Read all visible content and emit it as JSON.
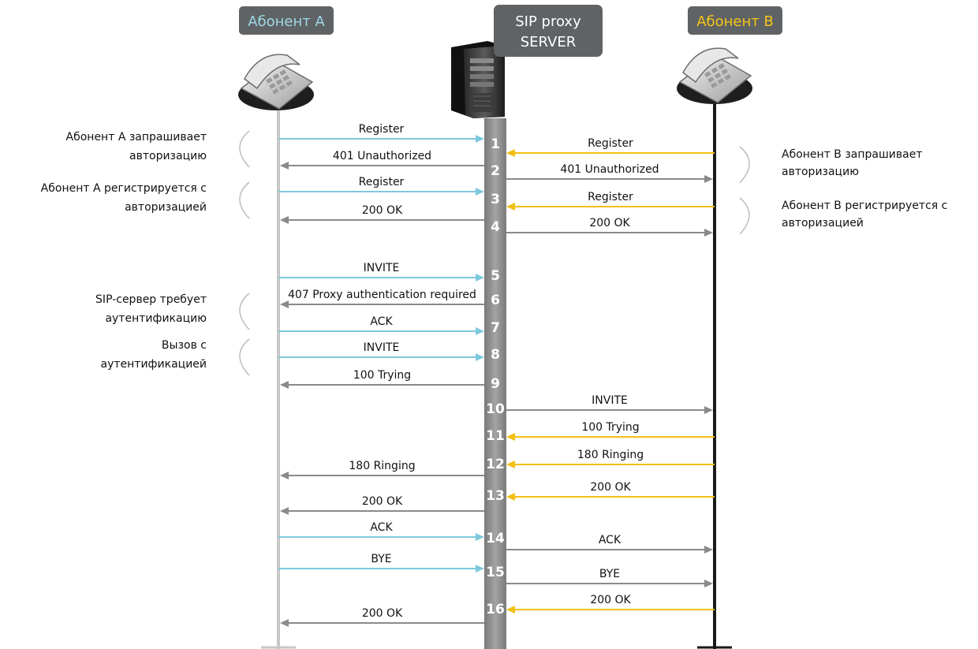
{
  "participants": {
    "a": {
      "label": "Абонент А",
      "text_color": "#9fd8e8"
    },
    "server": {
      "label_line1": "SIP proxy",
      "label_line2": "SERVER",
      "text_color": "#ffffff"
    },
    "b": {
      "label": "Абонент В",
      "text_color": "#f5c518"
    }
  },
  "colors": {
    "subscriber_a_arrow": "#7ec8dc",
    "subscriber_b_arrow": "#f2bf12",
    "server_arrow": "#8a8a8a",
    "label_box": "#5f6365",
    "server_bar": "#8c8c8c",
    "line_a": "#c7c7c7",
    "line_b": "#1a1a1a"
  },
  "messages": [
    {
      "label": "Register",
      "lane": "A",
      "dir": "to-server",
      "color": "subscriber_a_arrow"
    },
    {
      "label": "401 Unauthorized",
      "lane": "A",
      "dir": "from-server",
      "color": "server_arrow"
    },
    {
      "label": "Register",
      "lane": "A",
      "dir": "to-server",
      "color": "subscriber_a_arrow"
    },
    {
      "label": "200 OK",
      "lane": "A",
      "dir": "from-server",
      "color": "server_arrow"
    },
    {
      "label": "Register",
      "lane": "B",
      "dir": "to-server",
      "color": "subscriber_b_arrow"
    },
    {
      "label": "401 Unauthorized",
      "lane": "B",
      "dir": "from-server",
      "color": "server_arrow"
    },
    {
      "label": "Register",
      "lane": "B",
      "dir": "to-server",
      "color": "subscriber_b_arrow"
    },
    {
      "label": "200 OK",
      "lane": "B",
      "dir": "from-server",
      "color": "server_arrow"
    },
    {
      "label": "INVITE",
      "lane": "A",
      "dir": "to-server",
      "color": "subscriber_a_arrow"
    },
    {
      "label": "407 Proxy authentication required",
      "lane": "A",
      "dir": "from-server",
      "color": "server_arrow"
    },
    {
      "label": "ACK",
      "lane": "A",
      "dir": "to-server",
      "color": "subscriber_a_arrow"
    },
    {
      "label": "INVITE",
      "lane": "A",
      "dir": "to-server",
      "color": "subscriber_a_arrow"
    },
    {
      "label": "100 Trying",
      "lane": "A",
      "dir": "from-server",
      "color": "server_arrow"
    },
    {
      "label": "INVITE",
      "lane": "B",
      "dir": "from-server",
      "color": "server_arrow"
    },
    {
      "label": "100 Trying",
      "lane": "B",
      "dir": "to-server",
      "color": "subscriber_b_arrow"
    },
    {
      "label": "180 Ringing",
      "lane": "B",
      "dir": "to-server",
      "color": "subscriber_b_arrow"
    },
    {
      "label": "180 Ringing",
      "lane": "A",
      "dir": "from-server",
      "color": "server_arrow"
    },
    {
      "label": "200 OK",
      "lane": "B",
      "dir": "to-server",
      "color": "subscriber_b_arrow"
    },
    {
      "label": "200 OK",
      "lane": "A",
      "dir": "from-server",
      "color": "server_arrow"
    },
    {
      "label": "ACK",
      "lane": "A",
      "dir": "to-server",
      "color": "subscriber_a_arrow"
    },
    {
      "label": "ACK",
      "lane": "B",
      "dir": "from-server",
      "color": "server_arrow"
    },
    {
      "label": "BYE",
      "lane": "A",
      "dir": "to-server",
      "color": "subscriber_a_arrow"
    },
    {
      "label": "BYE",
      "lane": "B",
      "dir": "from-server",
      "color": "server_arrow"
    },
    {
      "label": "200 OK",
      "lane": "B",
      "dir": "to-server",
      "color": "subscriber_b_arrow"
    },
    {
      "label": "200 OK",
      "lane": "A",
      "dir": "from-server",
      "color": "server_arrow"
    }
  ],
  "step_numbers": [
    "1",
    "2",
    "3",
    "4",
    "5",
    "6",
    "7",
    "8",
    "9",
    "10",
    "11",
    "12",
    "13",
    "14",
    "15",
    "16"
  ],
  "annotations_left": [
    {
      "line1": "Абонент А запрашивает",
      "line2": "авторизацию"
    },
    {
      "line1": "Абонент А регистрируется с",
      "line2": "авторизацией"
    },
    {
      "line1": "SIP-сервер требует",
      "line2": "аутентификацию"
    },
    {
      "line1": "Вызов с",
      "line2": "аутентификацией"
    }
  ],
  "annotations_right": [
    {
      "line1": "Абонент В запрашивает",
      "line2": "авторизацию"
    },
    {
      "line1": "Абонент В регистрируется с",
      "line2": "авторизацией"
    }
  ],
  "icons": {
    "phone_a": "desk-phone-icon",
    "phone_b": "desk-phone-icon",
    "server": "tower-server-icon"
  }
}
